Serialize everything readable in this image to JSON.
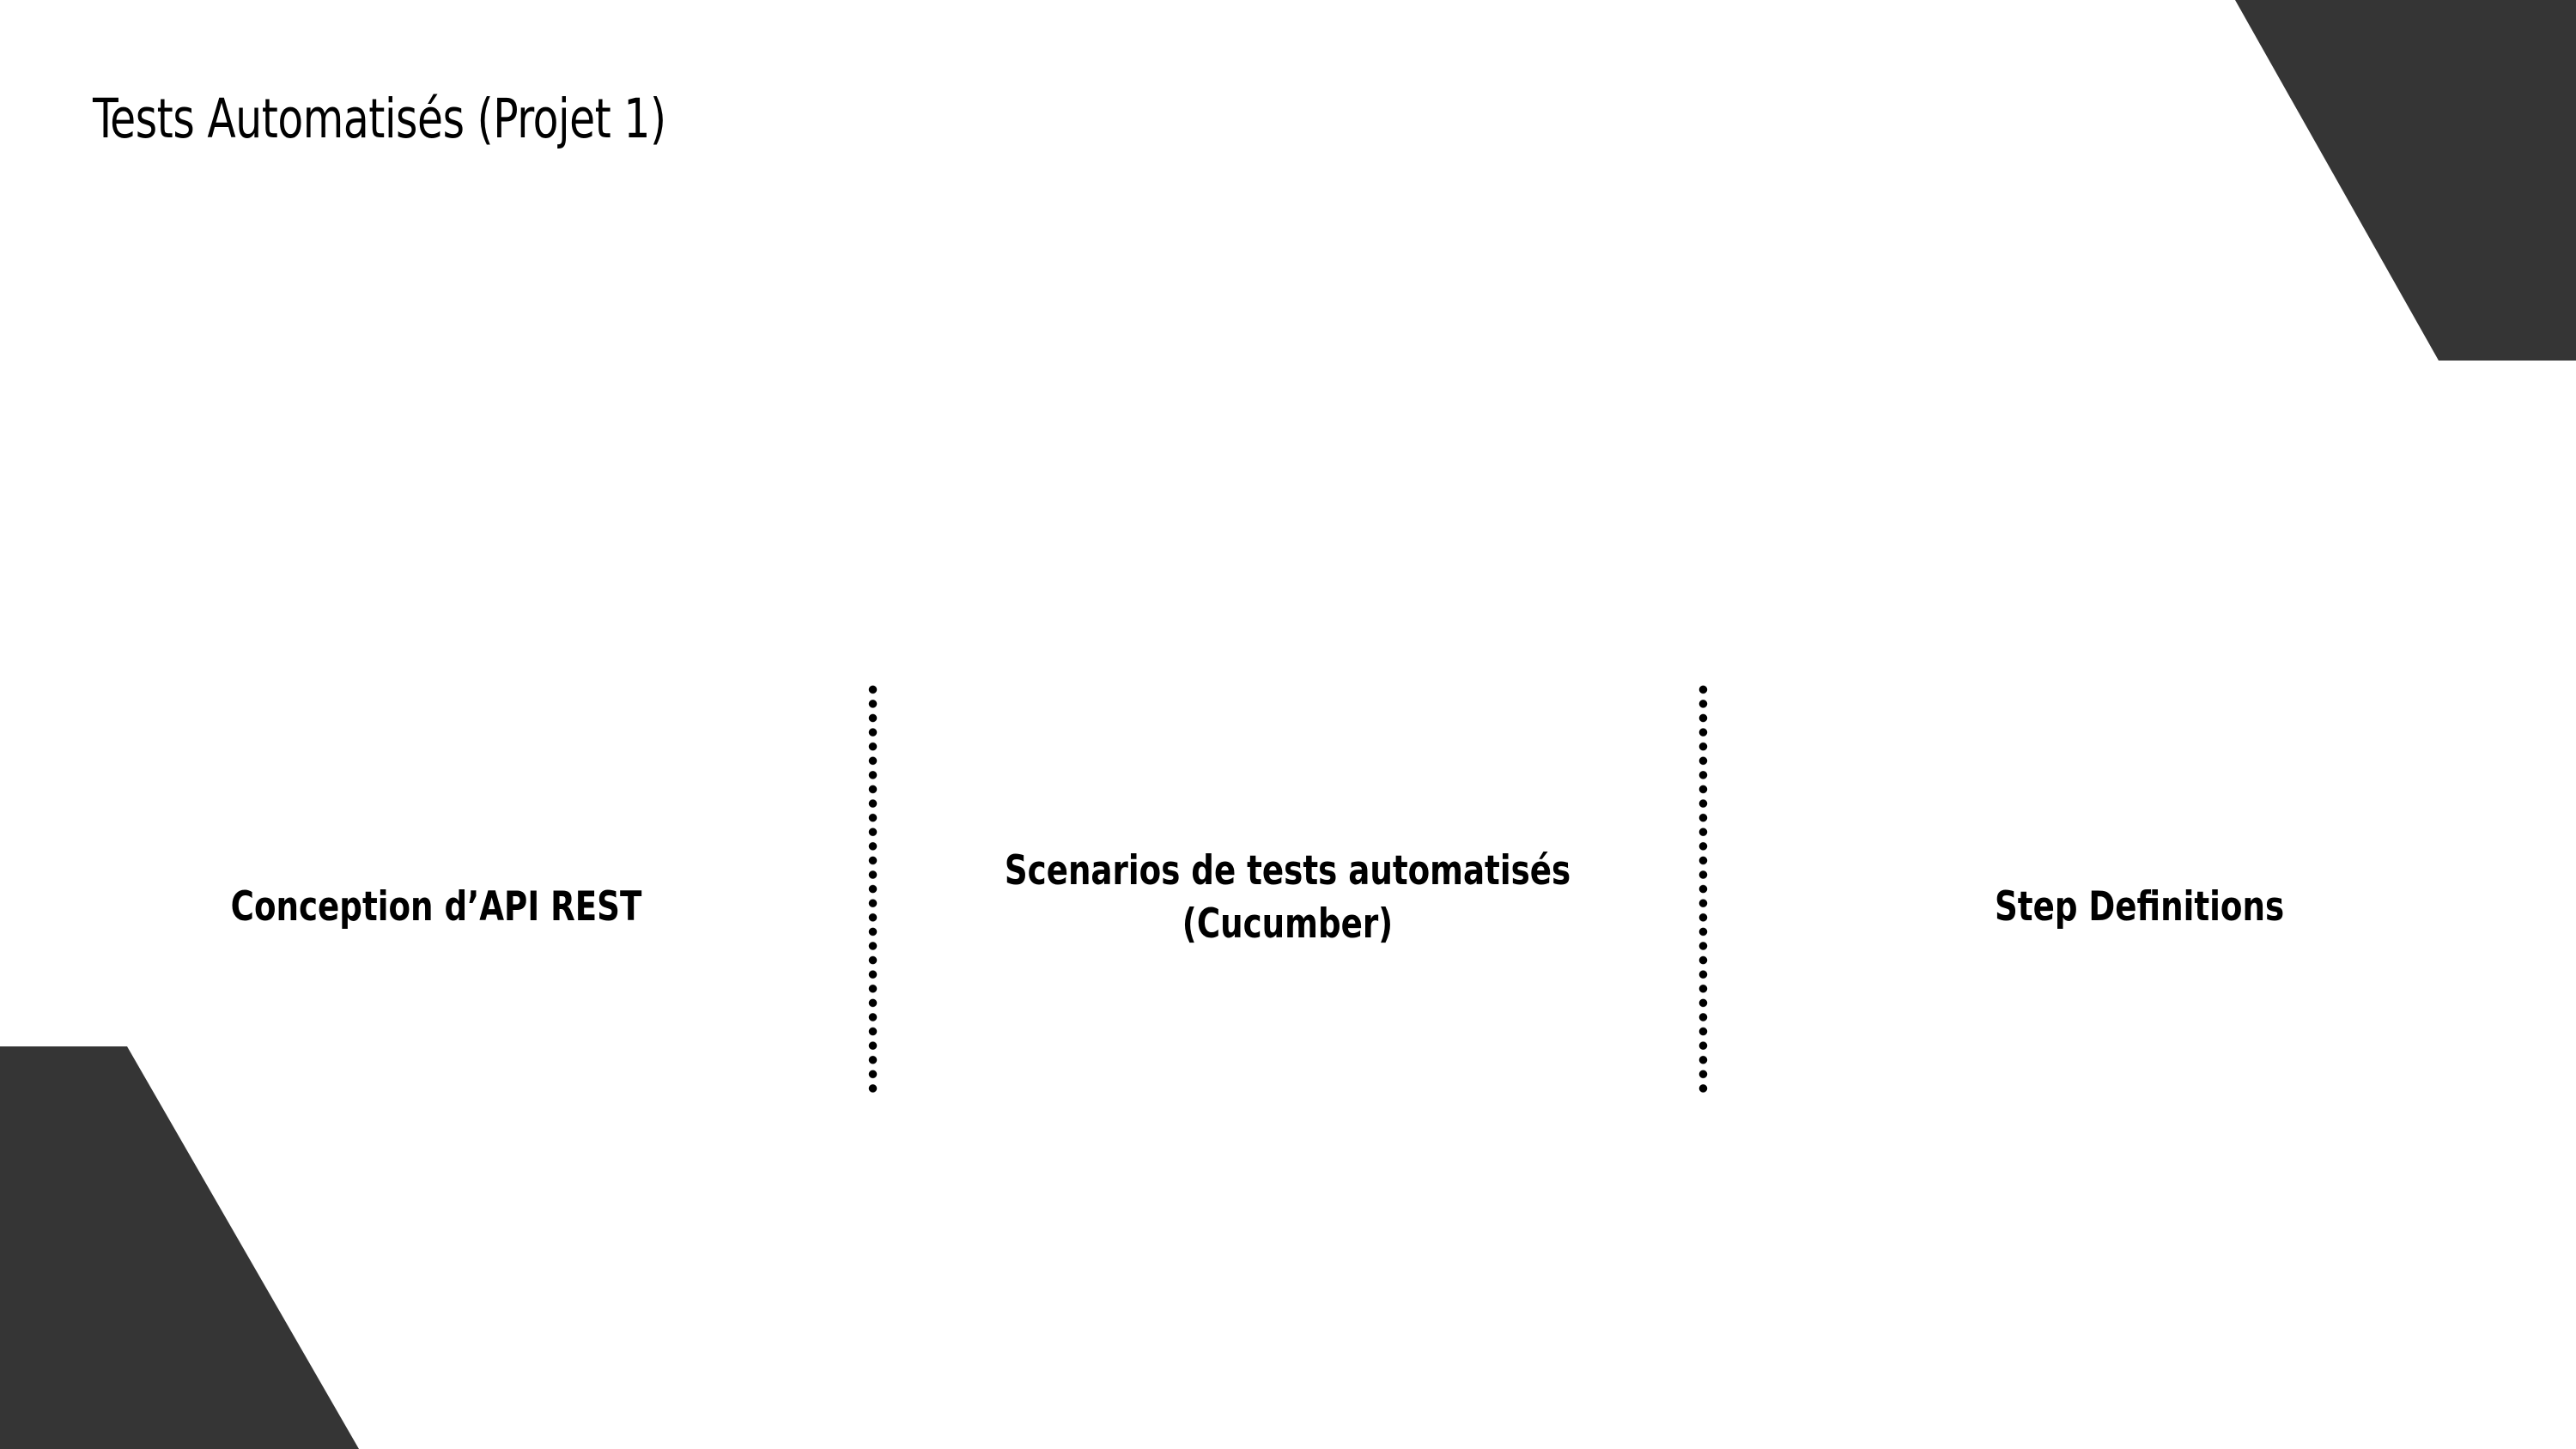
{
  "slide": {
    "title": "Tests Automatisés (Projet 1)",
    "background_color": "#FFFFFF",
    "text_color": "#000000",
    "accent_shape_color": "#353535"
  },
  "decorations": [
    {
      "name": "top-right-parallelogram",
      "color": "#353535"
    },
    {
      "name": "bottom-left-parallelogram",
      "color": "#353535"
    }
  ],
  "columns": [
    {
      "label": "Conception d’API REST"
    },
    {
      "label": "Scenarios de tests automatisés (Cucumber)"
    },
    {
      "label": "Step Definitions"
    }
  ],
  "dividers": [
    {
      "name": "dotted-divider-1",
      "style": "dotted",
      "color": "#000000"
    },
    {
      "name": "dotted-divider-2",
      "style": "dotted",
      "color": "#000000"
    }
  ]
}
